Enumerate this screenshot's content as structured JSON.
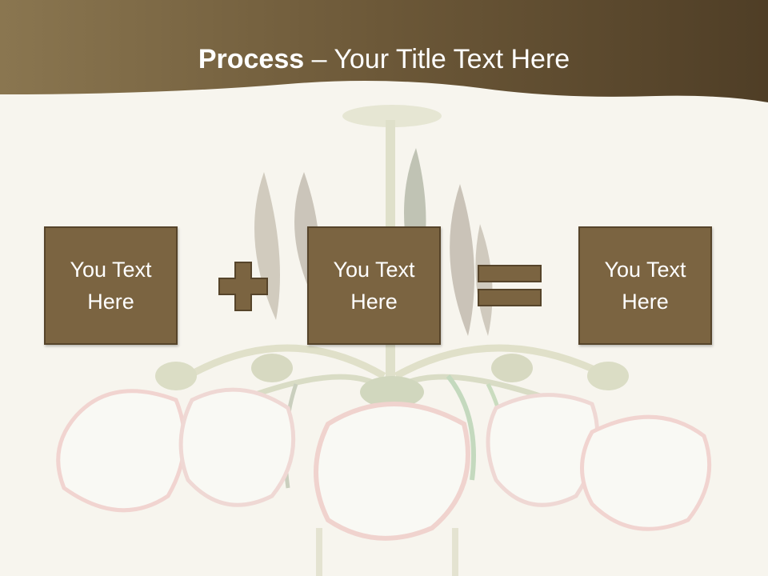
{
  "slide": {
    "title_bold": "Process",
    "title_rest": " – Your Title Text Here"
  },
  "process": {
    "boxes": [
      {
        "label": "You Text Here"
      },
      {
        "label": "You Text Here"
      },
      {
        "label": "You Text Here"
      }
    ],
    "operators": [
      "plus-icon",
      "equals-icon"
    ]
  },
  "colors": {
    "header_brown": "#6e5a3c",
    "box_fill": "#7b6441",
    "box_border": "#56442a",
    "background": "#f7f5ef"
  }
}
